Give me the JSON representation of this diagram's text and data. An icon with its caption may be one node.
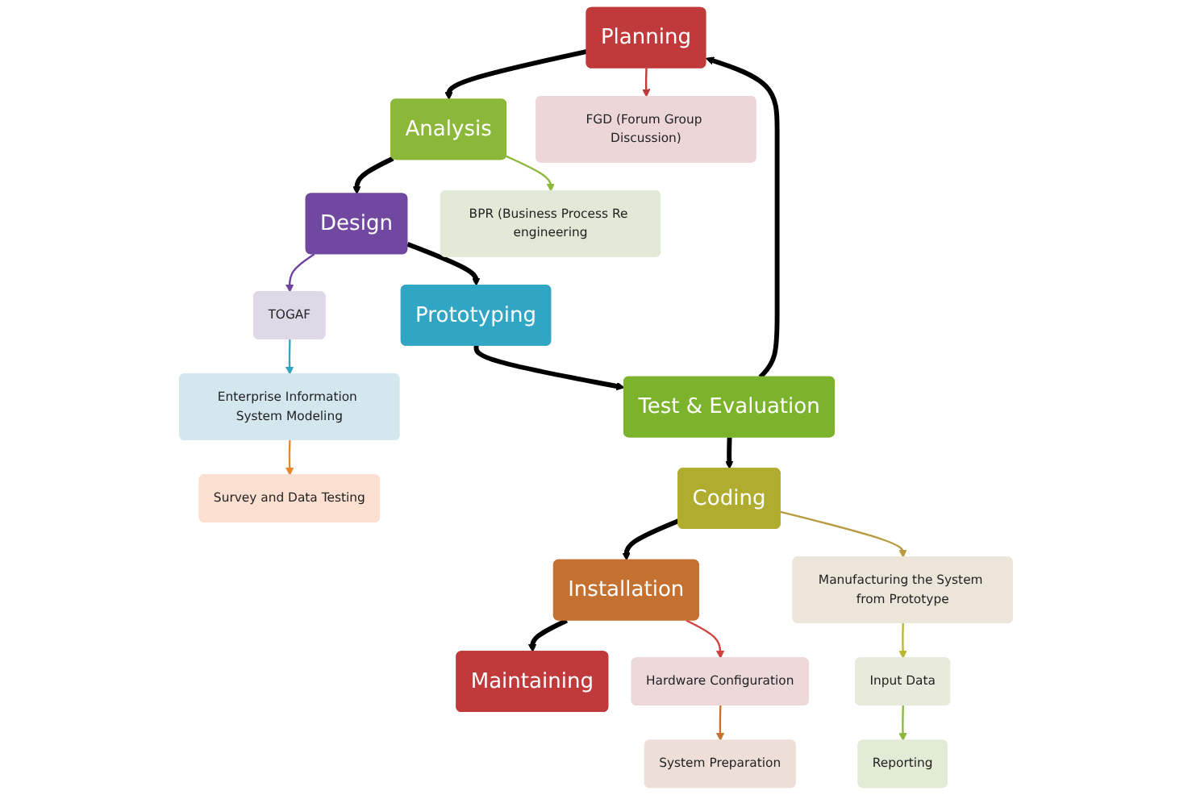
{
  "diagram": {
    "nodes": [
      {
        "text": [
          "Planning"
        ]
      },
      {
        "text": [
          "Analysis"
        ]
      },
      {
        "text": [
          "Design"
        ]
      },
      {
        "text": [
          "Prototyping"
        ]
      },
      {
        "text": [
          "FGD (Forum Group Discussion)"
        ]
      },
      {
        "text": [
          "BPR (Business Process Re engineering"
        ]
      },
      {
        "text": [
          "TOGAF"
        ]
      },
      {
        "text": [
          "Enterprise Information System Modeling"
        ]
      },
      {
        "text": [
          "Survey and Data Testing"
        ]
      },
      {
        "text": [
          "Test & Evaluation"
        ]
      },
      {
        "text": [
          "Coding"
        ]
      },
      {
        "text": [
          "Installation"
        ]
      },
      {
        "text": [
          "Maintaining"
        ]
      },
      {
        "text": [
          "Hardware Configuration"
        ]
      },
      {
        "text": [
          "System Preparation"
        ]
      },
      {
        "text": [
          "Manufacturing the System from Prototype"
        ]
      },
      {
        "text": [
          "Input Data"
        ]
      },
      {
        "text": [
          "Reporting"
        ]
      }
    ],
    "edges": [
      {
        "from": 0,
        "to": 1,
        "arrow": "to",
        "style": "thick"
      },
      {
        "from": 1,
        "to": 2,
        "arrow": "to",
        "style": "thick"
      },
      {
        "from": 2,
        "to": 3,
        "arrow": "to",
        "style": "thick"
      },
      {
        "from": 0,
        "to": 4,
        "arrow": "to",
        "color": "#c0393b"
      },
      {
        "from": 1,
        "to": 5,
        "arrow": "to",
        "color": "#8cb83a"
      },
      {
        "from": 2,
        "to": 6,
        "arrow": "to",
        "color": "#7040a0"
      },
      {
        "from": 6,
        "to": 7,
        "arrow": "to",
        "color": "#31a5c4"
      },
      {
        "from": 7,
        "to": 8,
        "arrow": "to",
        "color": "#e8862a"
      },
      {
        "from": 3,
        "to": 9,
        "arrow": "to",
        "style": "thick"
      },
      {
        "from": 9,
        "to": 0,
        "arrow": "to",
        "style": "thick"
      },
      {
        "from": 9,
        "to": 10,
        "arrow": "to",
        "style": "thick"
      },
      {
        "from": 10,
        "to": 11,
        "arrow": "to",
        "style": "thick"
      },
      {
        "from": 11,
        "to": 12,
        "arrow": "to",
        "style": "thick"
      },
      {
        "from": 11,
        "to": 13,
        "arrow": "to",
        "color": "#d04040"
      },
      {
        "from": 13,
        "to": 14,
        "arrow": "to",
        "color": "#c87030"
      },
      {
        "from": 10,
        "to": 15,
        "arrow": "to",
        "color": "#b89a40"
      },
      {
        "from": 15,
        "to": 16,
        "arrow": "to",
        "color": "#b8b830"
      },
      {
        "from": 16,
        "to": 17,
        "arrow": "to",
        "color": "#8cb83a"
      }
    ]
  }
}
